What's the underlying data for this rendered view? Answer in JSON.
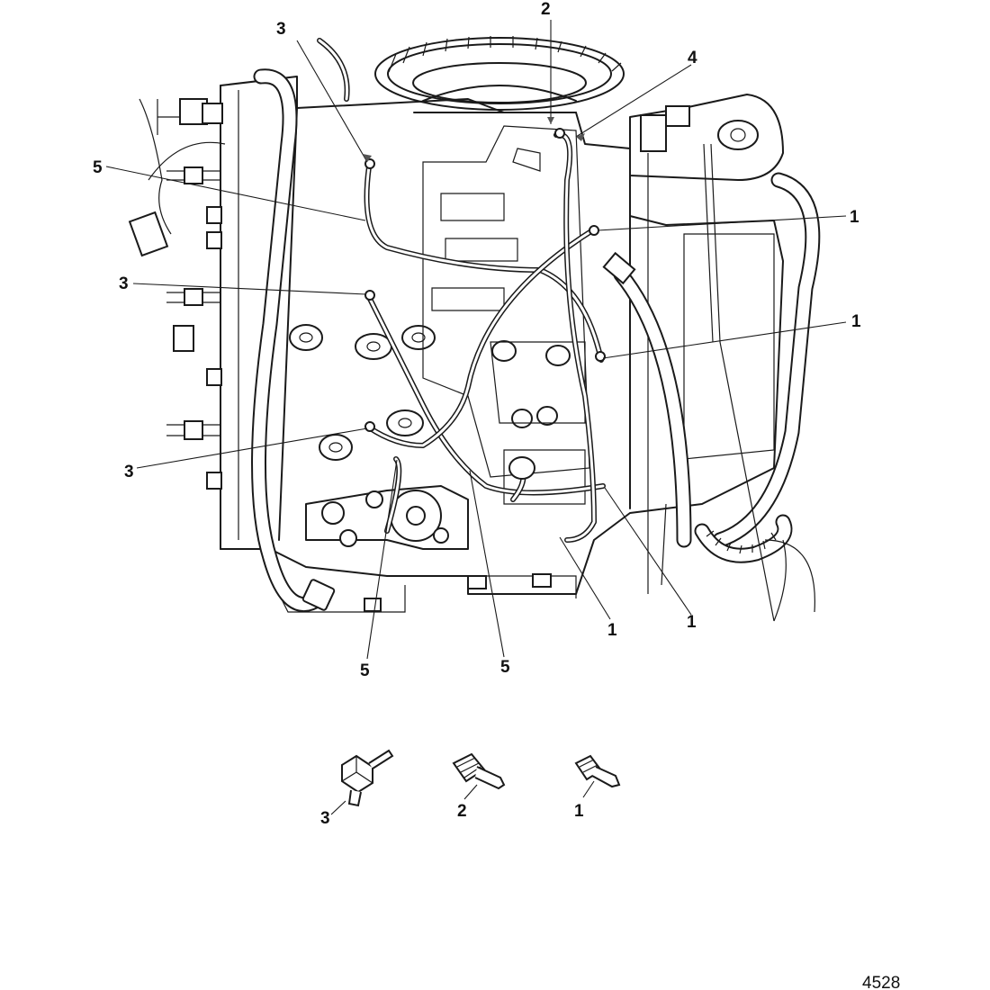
{
  "figure_number": "4528",
  "callouts": [
    {
      "id": "c3-top",
      "text": "3"
    },
    {
      "id": "c2-top",
      "text": "2"
    },
    {
      "id": "c4-top",
      "text": "4"
    },
    {
      "id": "c5-left",
      "text": "5"
    },
    {
      "id": "c1-right-a",
      "text": "1"
    },
    {
      "id": "c3-mid",
      "text": "3"
    },
    {
      "id": "c1-right-b",
      "text": "1"
    },
    {
      "id": "c3-low",
      "text": "3"
    },
    {
      "id": "c1-bottom-a",
      "text": "1"
    },
    {
      "id": "c1-bottom-b",
      "text": "1"
    },
    {
      "id": "c5-bottom-a",
      "text": "5"
    },
    {
      "id": "c5-bottom-b",
      "text": "5"
    }
  ],
  "fittings": [
    {
      "id": "elbow-fitting",
      "label": "3"
    },
    {
      "id": "barbed-fitting",
      "label": "2"
    },
    {
      "id": "straight-fitting",
      "label": "1"
    }
  ]
}
